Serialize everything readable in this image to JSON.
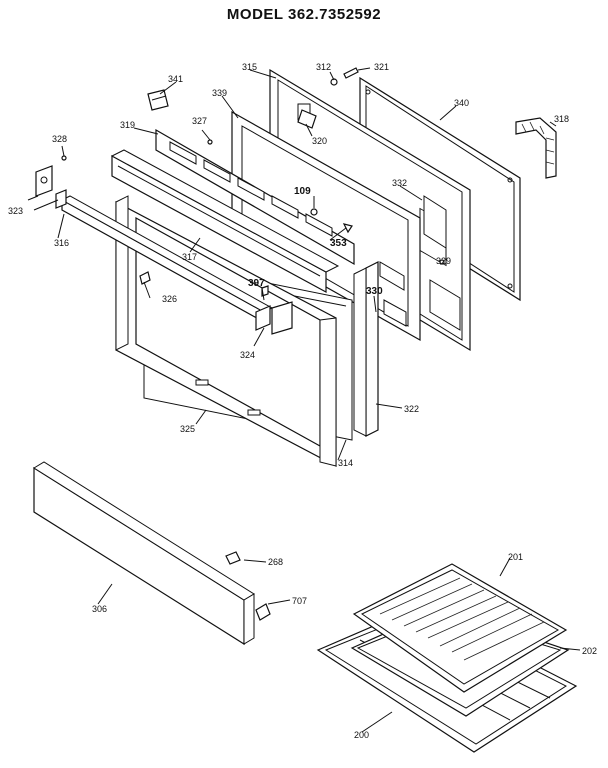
{
  "title": "MODEL 362.7352592",
  "labels": {
    "312": "312",
    "315": "315",
    "321": "321",
    "341": "341",
    "339": "339",
    "340": "340",
    "318": "318",
    "328": "328",
    "319": "319",
    "327": "327",
    "320": "320",
    "109": "109",
    "332": "332",
    "323": "323",
    "316": "316",
    "317": "317",
    "353": "353",
    "329": "329",
    "397": "397",
    "330": "330",
    "326": "326",
    "324": "324",
    "322": "322",
    "325": "325",
    "314": "314",
    "268": "268",
    "306": "306",
    "707": "707",
    "201": "201",
    "202": "202",
    "200": "200"
  }
}
